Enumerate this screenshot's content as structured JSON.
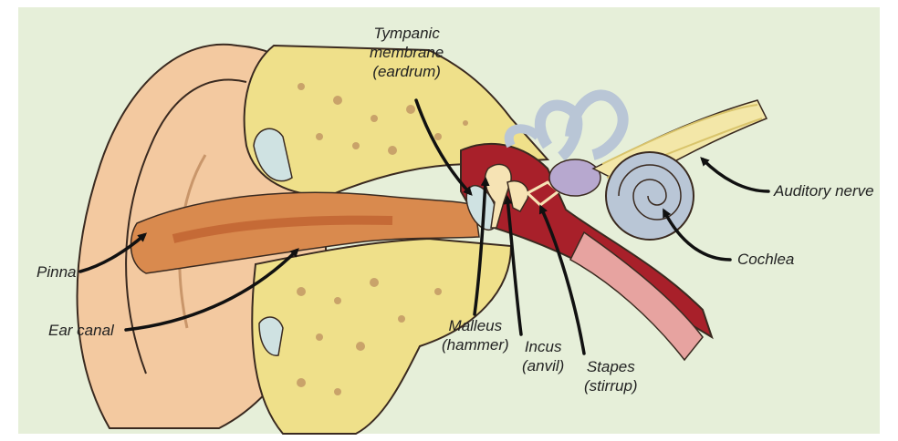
{
  "labels": {
    "tympanic": [
      "Tympanic",
      "membrane",
      "(eardrum)"
    ],
    "pinna": "Pinna",
    "ear_canal": "Ear canal",
    "malleus": [
      "Malleus",
      "(hammer)"
    ],
    "incus": [
      "Incus",
      "(anvil)"
    ],
    "stapes": [
      "Stapes",
      "(stirrup)"
    ],
    "auditory_nerve": "Auditory nerve",
    "cochlea": "Cochlea"
  },
  "colors": {
    "background": "#e6efd9",
    "skin": "#f3c9a0",
    "bone": "#efe08a",
    "canal": "#d98a4e",
    "middle_ear": "#a8202a",
    "cochlea": "#b9c6d6"
  }
}
